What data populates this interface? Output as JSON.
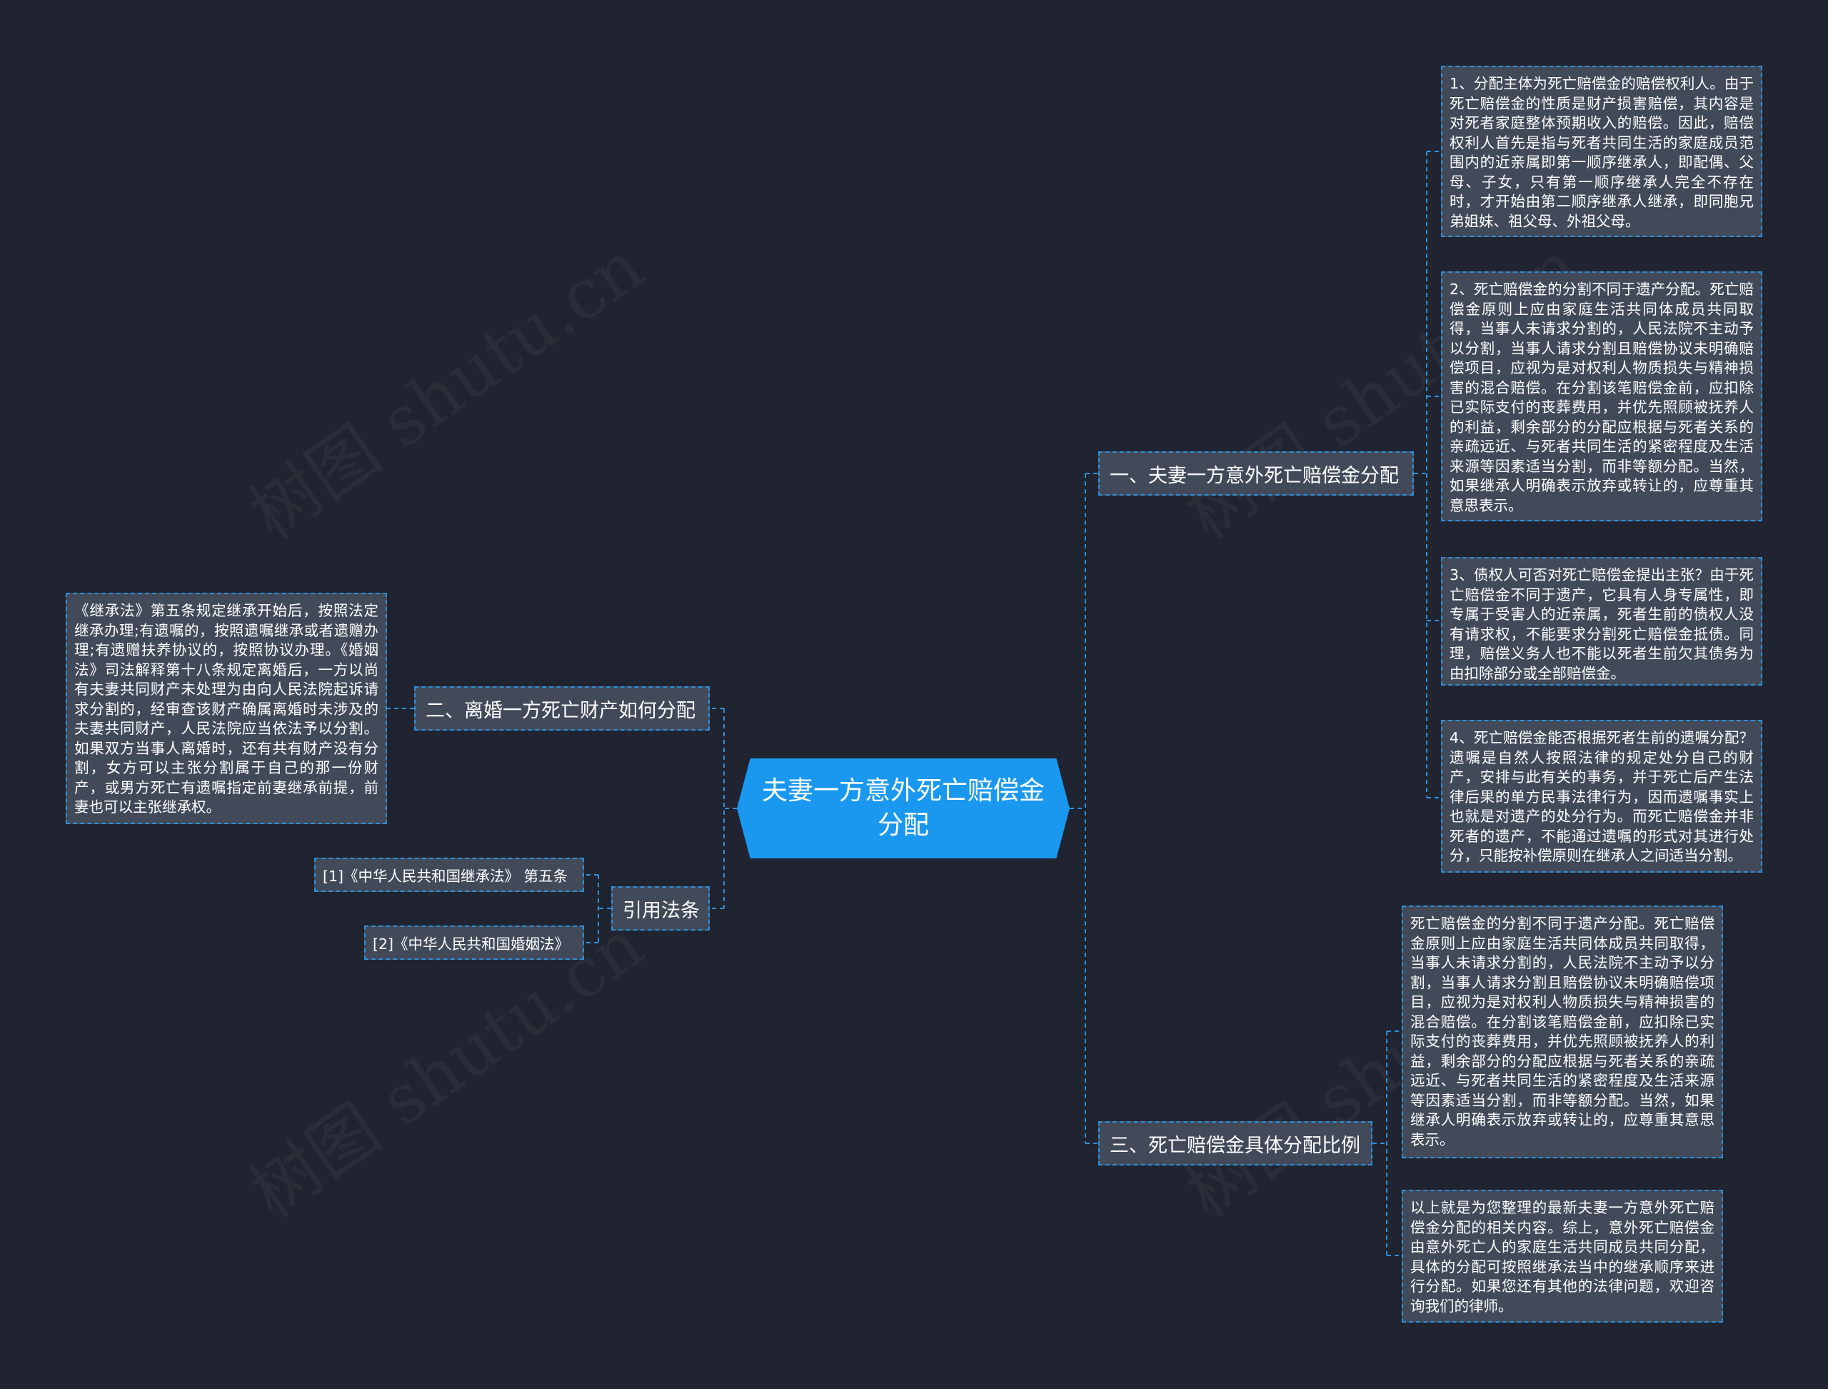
{
  "root": {
    "label": "夫妻一方意外死亡赔偿金分配"
  },
  "branches": {
    "b1": {
      "label": "一、夫妻一方意外死亡赔偿金分配",
      "items": [
        "1、分配主体为死亡赔偿金的赔偿权利人。由于死亡赔偿金的性质是财产损害赔偿，其内容是对死者家庭整体预期收入的赔偿。因此，赔偿权利人首先是指与死者共同生活的家庭成员范围内的近亲属即第一顺序继承人，即配偶、父母、子女，只有第一顺序继承人完全不存在时，才开始由第二顺序继承人继承，即同胞兄弟姐妹、祖父母、外祖父母。",
        "2、死亡赔偿金的分割不同于遗产分配。死亡赔偿金原则上应由家庭生活共同体成员共同取得，当事人未请求分割的，人民法院不主动予以分割，当事人请求分割且赔偿协议未明确赔偿项目，应视为是对权利人物质损失与精神损害的混合赔偿。在分割该笔赔偿金前，应扣除已实际支付的丧葬费用，并优先照顾被抚养人的利益，剩余部分的分配应根据与死者关系的亲疏远近、与死者共同生活的紧密程度及生活来源等因素适当分割，而非等额分配。当然，如果继承人明确表示放弃或转让的，应尊重其意思表示。",
        "3、债权人可否对死亡赔偿金提出主张？由于死亡赔偿金不同于遗产，它具有人身专属性，即专属于受害人的近亲属，死者生前的债权人没有请求权，不能要求分割死亡赔偿金抵债。同理，赔偿义务人也不能以死者生前欠其债务为由扣除部分或全部赔偿金。",
        "4、死亡赔偿金能否根据死者生前的遗嘱分配？遗嘱是自然人按照法律的规定处分自己的财产，安排与此有关的事务，并于死亡后产生法律后果的单方民事法律行为，因而遗嘱事实上也就是对遗产的处分行为。而死亡赔偿金并非死者的遗产，不能通过遗嘱的形式对其进行处分，只能按补偿原则在继承人之间适当分割。"
      ]
    },
    "b2": {
      "label": "二、离婚一方死亡财产如何分配",
      "items": [
        "《继承法》第五条规定继承开始后，按照法定继承办理;有遗嘱的，按照遗嘱继承或者遗赠办理;有遗赠扶养协议的，按照协议办理。《婚姻法》司法解释第十八条规定离婚后，一方以尚有夫妻共同财产未处理为由向人民法院起诉请求分割的，经审查该财产确属离婚时未涉及的夫妻共同财产，人民法院应当依法予以分割。如果双方当事人离婚时，还有共有财产没有分割，女方可以主张分割属于自己的那一份财产，或男方死亡有遗嘱指定前妻继承前提，前妻也可以主张继承权。"
      ]
    },
    "b3": {
      "label": "引用法条",
      "items": [
        "[1]《中华人民共和国继承法》 第五条",
        "[2]《中华人民共和国婚姻法》"
      ]
    },
    "b4": {
      "label": "三、死亡赔偿金具体分配比例",
      "items": [
        "死亡赔偿金的分割不同于遗产分配。死亡赔偿金原则上应由家庭生活共同体成员共同取得，当事人未请求分割的，人民法院不主动予以分割，当事人请求分割且赔偿协议未明确赔偿项目，应视为是对权利人物质损失与精神损害的混合赔偿。在分割该笔赔偿金前，应扣除已实际支付的丧葬费用，并优先照顾被抚养人的利益，剩余部分的分配应根据与死者关系的亲疏远近、与死者共同生活的紧密程度及生活来源等因素适当分割，而非等额分配。当然，如果继承人明确表示放弃或转让的，应尊重其意思表示。",
        "以上就是为您整理的最新夫妻一方意外死亡赔偿金分配的相关内容。综上，意外死亡赔偿金由意外死亡人的家庭生活共同成员共同分配，具体的分配可按照继承法当中的继承顺序来进行分配。如果您还有其他的法律问题，欢迎咨询我们的律师。"
      ]
    }
  },
  "watermark": "树图 shutu.cn",
  "colors": {
    "background": "#1f2430",
    "root_fill": "#1a98f0",
    "node_fill": "#424a5a",
    "connector": "#2f8fd8",
    "text": "#ffffff"
  }
}
